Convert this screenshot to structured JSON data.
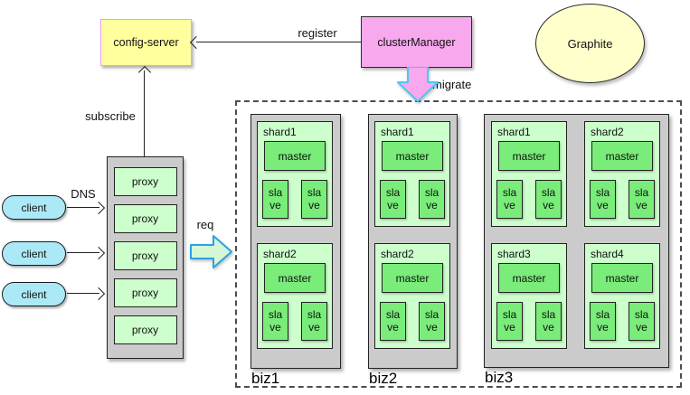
{
  "nodes": {
    "config_server": "config-server",
    "cluster_manager": "clusterManager",
    "graphite": "Graphite"
  },
  "edges": {
    "register": "register",
    "subscribe": "subscribe",
    "migrate": "migrate",
    "dns": "DNS",
    "req": "req"
  },
  "clients": [
    {
      "label": "client"
    },
    {
      "label": "client"
    },
    {
      "label": "client"
    }
  ],
  "proxy_stack": {
    "proxies": [
      {
        "label": "proxy"
      },
      {
        "label": "proxy"
      },
      {
        "label": "proxy"
      },
      {
        "label": "proxy"
      },
      {
        "label": "proxy"
      }
    ]
  },
  "clusters": [
    {
      "name": "biz1",
      "shards": [
        {
          "name": "shard1",
          "master": "master",
          "slaves": [
            "slave",
            "slave"
          ]
        },
        {
          "name": "shard2",
          "master": "master",
          "slaves": [
            "slave",
            "slave"
          ]
        }
      ]
    },
    {
      "name": "biz2",
      "shards": [
        {
          "name": "shard1",
          "master": "master",
          "slaves": [
            "slave",
            "slave"
          ]
        },
        {
          "name": "shard2",
          "master": "master",
          "slaves": [
            "slave",
            "slave"
          ]
        }
      ]
    },
    {
      "name": "biz3",
      "shards": [
        {
          "name": "shard1",
          "master": "master",
          "slaves": [
            "slave",
            "slave"
          ]
        },
        {
          "name": "shard2",
          "master": "master",
          "slaves": [
            "slave",
            "slave"
          ]
        },
        {
          "name": "shard3",
          "master": "master",
          "slaves": [
            "slave",
            "slave"
          ]
        },
        {
          "name": "shard4",
          "master": "master",
          "slaves": [
            "slave",
            "slave"
          ]
        }
      ]
    }
  ],
  "colors": {
    "config_server_fill": "#ffff9e",
    "config_server_border": "#ef9def",
    "cluster_manager_fill": "#f8a9ee",
    "graphite_fill": "#ffffcc",
    "client_fill": "#ace9f7",
    "container_gray": "#cbcbcb",
    "shard_panel_green": "#ccffcc",
    "node_green": "#79ec79",
    "req_arrow_fill": "#d4f8d4",
    "req_arrow_stroke": "#2da0e8",
    "migrate_arrow_fill": "#f8a9ee",
    "migrate_arrow_stroke": "#4cc6f6"
  }
}
